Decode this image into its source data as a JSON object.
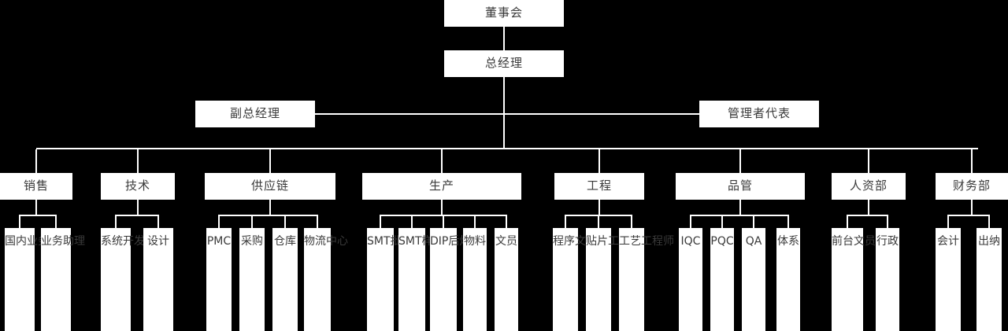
{
  "chart": {
    "title": "",
    "orientation": "top-down",
    "background_color": "#000000",
    "box_color": "#ffffff",
    "text_color": "#3a3a3a",
    "connector_color": "#ffffff"
  },
  "nodes": {
    "board": {
      "label": "董事会"
    },
    "general_manager": {
      "label": "总经理"
    },
    "deputy_general_manager": {
      "label": "副总经理"
    },
    "management_representative": {
      "label": "管理者代表"
    }
  },
  "departments": [
    {
      "id": "sales",
      "label": "销售"
    },
    {
      "id": "technology",
      "label": "技术"
    },
    {
      "id": "supply_chain",
      "label": "供应链"
    },
    {
      "id": "production",
      "label": "生产"
    },
    {
      "id": "engineering",
      "label": "工程"
    },
    {
      "id": "quality",
      "label": "品管"
    },
    {
      "id": "hr",
      "label": "人资部"
    },
    {
      "id": "finance",
      "label": "财务部"
    }
  ],
  "leaves": {
    "sales": [
      "国内业务",
      "业务助理"
    ],
    "technology": [
      "系统开发",
      "设计"
    ],
    "supply_chain": [
      "PMC",
      "采购",
      "仓库",
      "物流中心"
    ],
    "production": [
      "SMT批量",
      "SMT样品",
      "DIP后焊",
      "物料",
      "文员"
    ],
    "engineering": [
      "程序文员",
      "贴片工程师",
      "工艺工程师"
    ],
    "quality": [
      "IQC",
      "PQC",
      "QA",
      "体系"
    ],
    "hr": [
      "前台文员",
      "行政"
    ],
    "finance": [
      "会计",
      "出纳"
    ]
  }
}
